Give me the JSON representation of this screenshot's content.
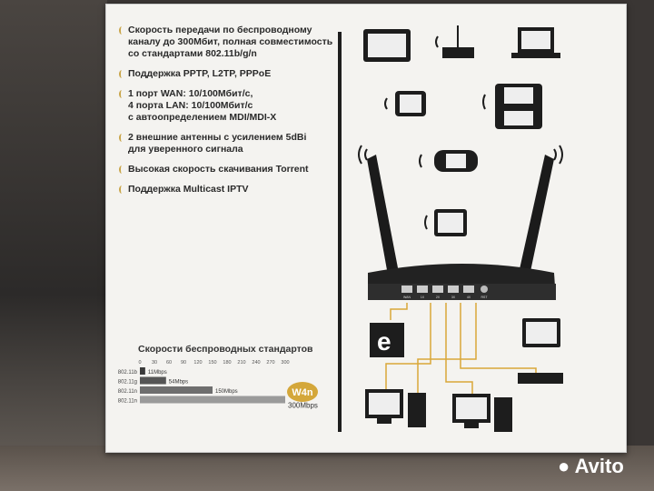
{
  "features": [
    "Скорость передачи по беспроводному\nканалу до 300Мбит, полная совместимость\nсо стандартами 802.11b/g/n",
    "Поддержка PPTP, L2TP, PPPoE",
    "1 порт WAN: 10/100Мбит/с,\n4 порта LAN: 10/100Мбит/с\nс автоопределением MDI/MDI-X",
    "2 внешние антенны с усилением 5dBi\nдля уверенного сигнала",
    "Высокая скорость скачивания Torrent",
    "Поддержка Multicast IPTV"
  ],
  "chart_data": {
    "type": "bar",
    "title": "Скорости беспроводных стандартов",
    "categories": [
      "802.11b",
      "802.11g",
      "802.11n",
      "802.11n"
    ],
    "values": [
      11,
      54,
      150,
      300
    ],
    "value_labels": [
      "11Mbps",
      "54Mbps",
      "150Mbps",
      "300Mbps"
    ],
    "xticks": [
      0,
      30,
      60,
      90,
      120,
      150,
      180,
      210,
      240,
      270,
      300
    ],
    "xlim": [
      0,
      300
    ],
    "colors": [
      "#3a3a3a",
      "#555555",
      "#6e6e6e",
      "#9a9a9a"
    ],
    "badge": "W4n"
  },
  "router_ports": [
    "WAN",
    "1X",
    "2X",
    "3X",
    "4X",
    "RST"
  ],
  "watermark": "Avito"
}
